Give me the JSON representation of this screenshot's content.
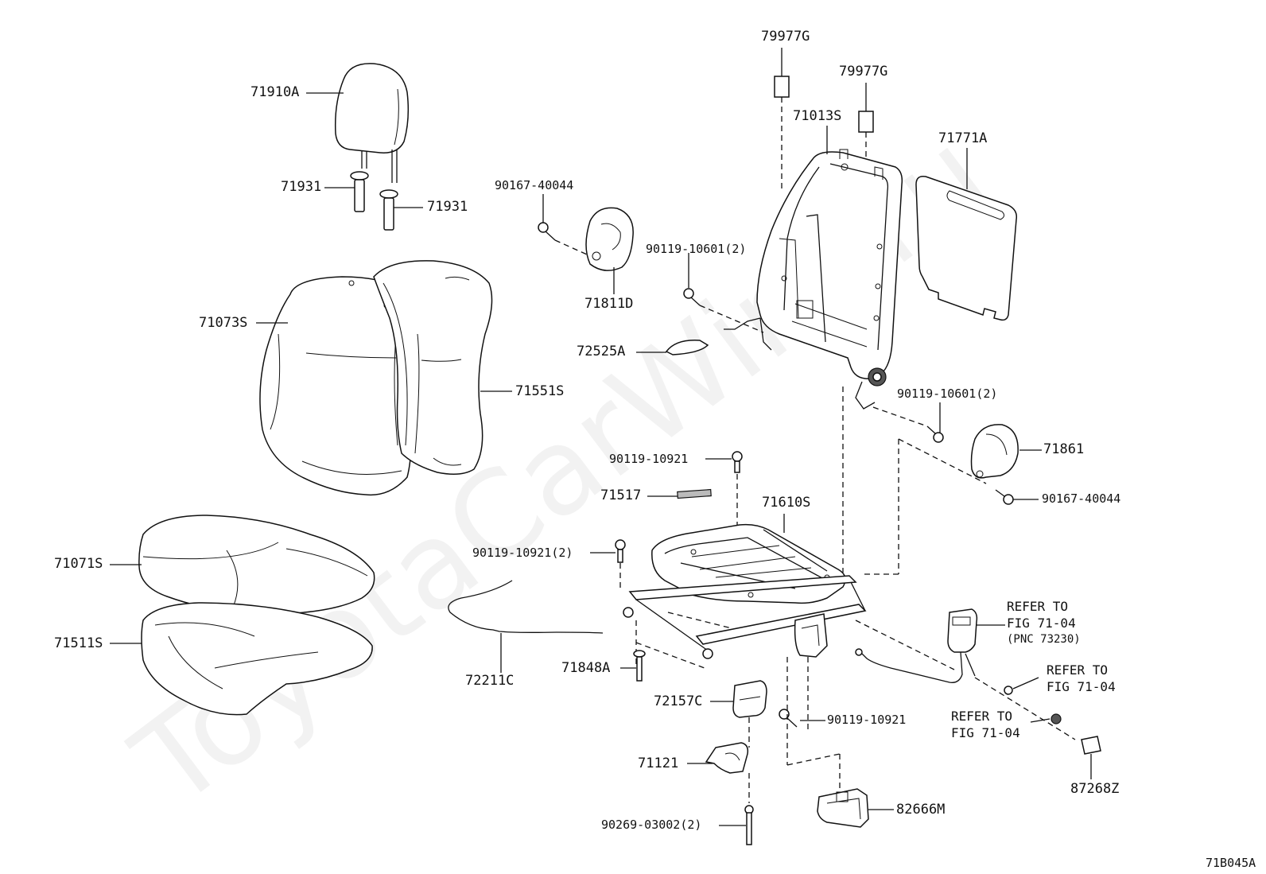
{
  "watermark": "ToyotaCarWire.ru",
  "figure_code": "71B045A",
  "parts": {
    "p79977g_a": "79977G",
    "p79977g_b": "79977G",
    "p71910a": "71910A",
    "p71013s": "71013S",
    "p71771a": "71771A",
    "p71931_a": "71931",
    "p71931_b": "71931",
    "p90167_40044_a": "90167-40044",
    "p90119_10601_a": "90119-10601(2)",
    "p71811d": "71811D",
    "p71073s": "71073S",
    "p72525a": "72525A",
    "p71551s": "71551S",
    "p90119_10601_b": "90119-10601(2)",
    "p71861": "71861",
    "p90119_10921_a": "90119-10921",
    "p71517": "71517",
    "p90167_40044_b": "90167-40044",
    "p71610s": "71610S",
    "p71071s": "71071S",
    "p90119_10921_2": "90119-10921(2)",
    "p71511s": "71511S",
    "p71848a": "71848A",
    "p72211c": "72211C",
    "p72157c": "72157C",
    "p90119_10921_b": "90119-10921",
    "p71121": "71121",
    "p87268z": "87268Z",
    "p82666m": "82666M",
    "p90269_03002": "90269-03002(2)"
  },
  "refs": {
    "ref1_line1": "REFER TO",
    "ref1_line2": "FIG 71-04",
    "ref1_line3": "(PNC 73230)",
    "ref2_line1": "REFER TO",
    "ref2_line2": "FIG 71-04",
    "ref3_line1": "REFER TO",
    "ref3_line2": "FIG 71-04"
  }
}
